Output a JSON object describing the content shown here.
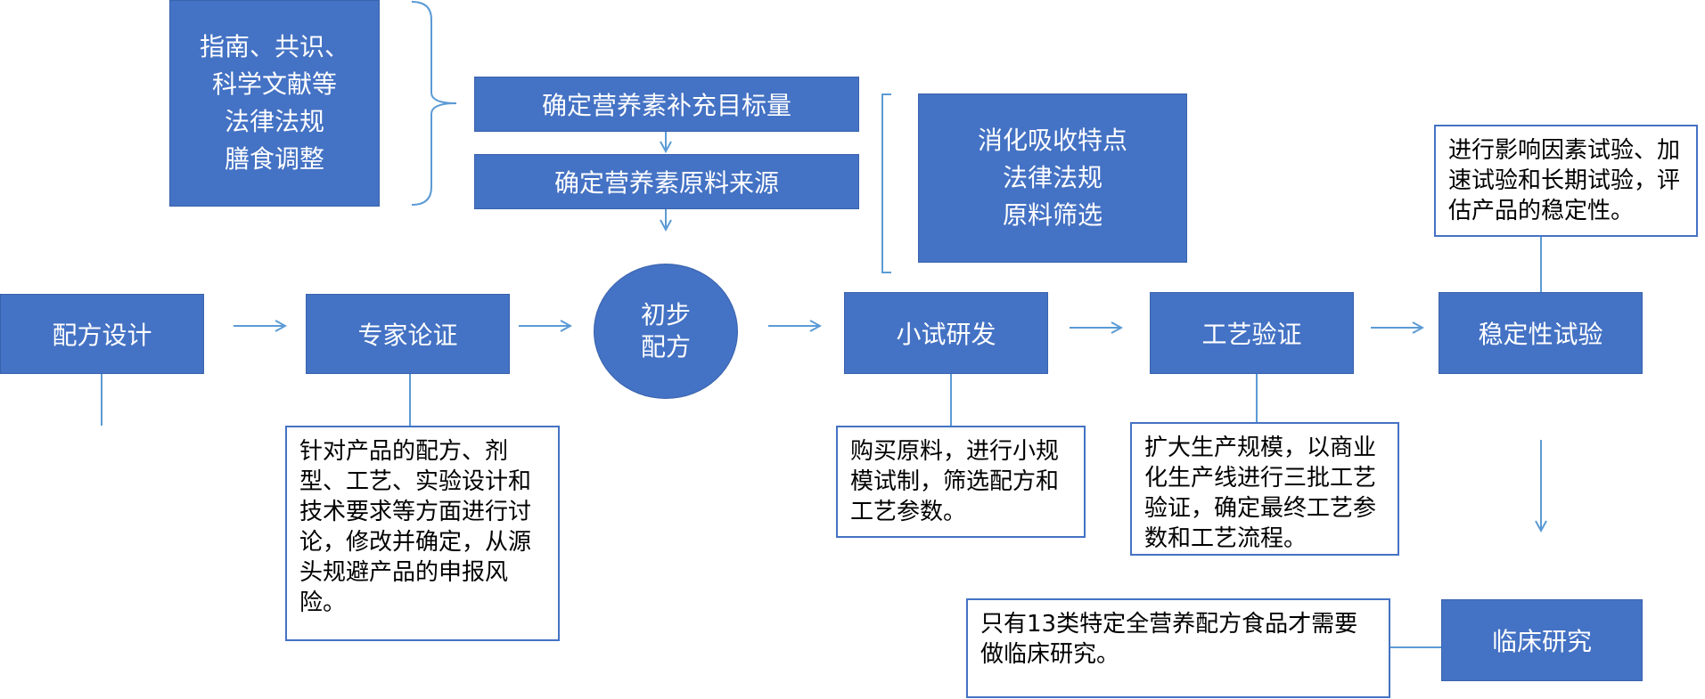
{
  "references": {
    "lines": [
      "指南、共识、",
      "科学文献等",
      "法律法规",
      "膳食调整"
    ]
  },
  "top_steps": {
    "target": "确定营养素补充目标量",
    "source": "确定营养素原料来源"
  },
  "considerations": {
    "lines": [
      "消化吸收特点",
      "法律法规",
      "原料筛选"
    ]
  },
  "stability_note": "进行影响因素试验、加速试验和长期试验，评估产品的稳定性。",
  "process": {
    "design": "配方设计",
    "expert": "专家论证",
    "preliminary_lines": [
      "初步",
      "配方"
    ],
    "pilot": "小试研发",
    "process_validation": "工艺验证",
    "stability": "稳定性试验",
    "clinical": "临床研究"
  },
  "notes": {
    "expert": "针对产品的配方、剂型、工艺、实验设计和技术要求等方面进行讨论，修改并确定，从源头规避产品的申报风险。",
    "pilot": "购买原料，进行小规模试制，筛选配方和工艺参数。",
    "process_validation": "扩大生产规模，以商业化生产线进行三批工艺验证，确定最终工艺参数和工艺流程。",
    "clinical": "只有13类特定全营养配方食品才需要做临床研究。"
  },
  "colors": {
    "box_fill": "#4472c4",
    "line": "#5b9bd5",
    "text_light": "#ffffff",
    "text_dark": "#000000"
  }
}
